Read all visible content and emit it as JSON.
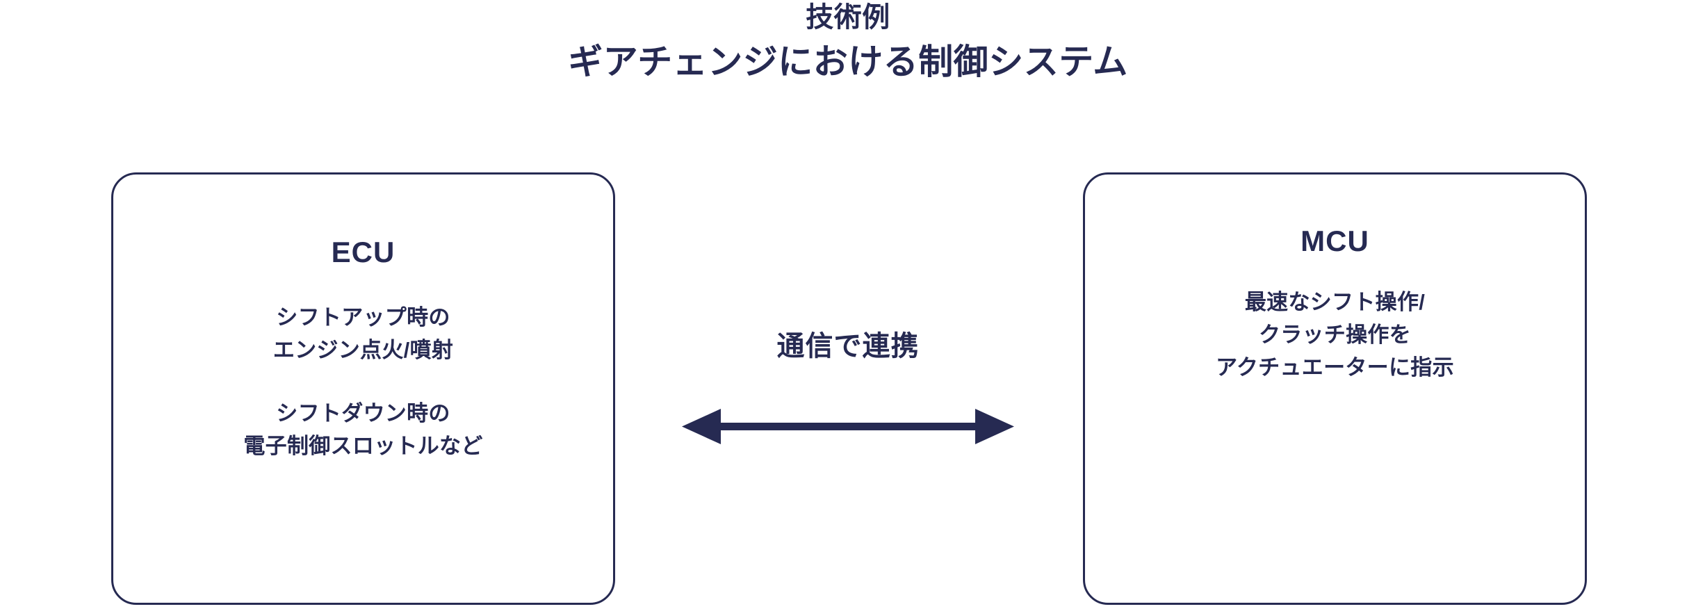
{
  "title": {
    "main": "技術例",
    "sub": "ギアチェンジにおける制御システム"
  },
  "colors": {
    "ink": "#262a52",
    "background": "#ffffff",
    "box_border": "#262a52",
    "arrow": "#262a52"
  },
  "nodes": [
    {
      "id": "ecu",
      "heading": "ECU",
      "paragraphs": [
        {
          "lines": [
            "シフトアップ時の",
            "エンジン点火/噴射"
          ]
        },
        {
          "lines": [
            "シフトダウン時の",
            "電子制御スロットルなど"
          ]
        }
      ]
    },
    {
      "id": "mcu",
      "heading": "MCU",
      "paragraphs": [
        {
          "lines": [
            "最速なシフト操作/",
            "クラッチ操作を",
            "アクチュエーターに指示"
          ]
        }
      ]
    }
  ],
  "connector": {
    "label": "通信で連携",
    "arrow_icon": "double-headed-arrow-icon",
    "direction": "bidirectional"
  }
}
